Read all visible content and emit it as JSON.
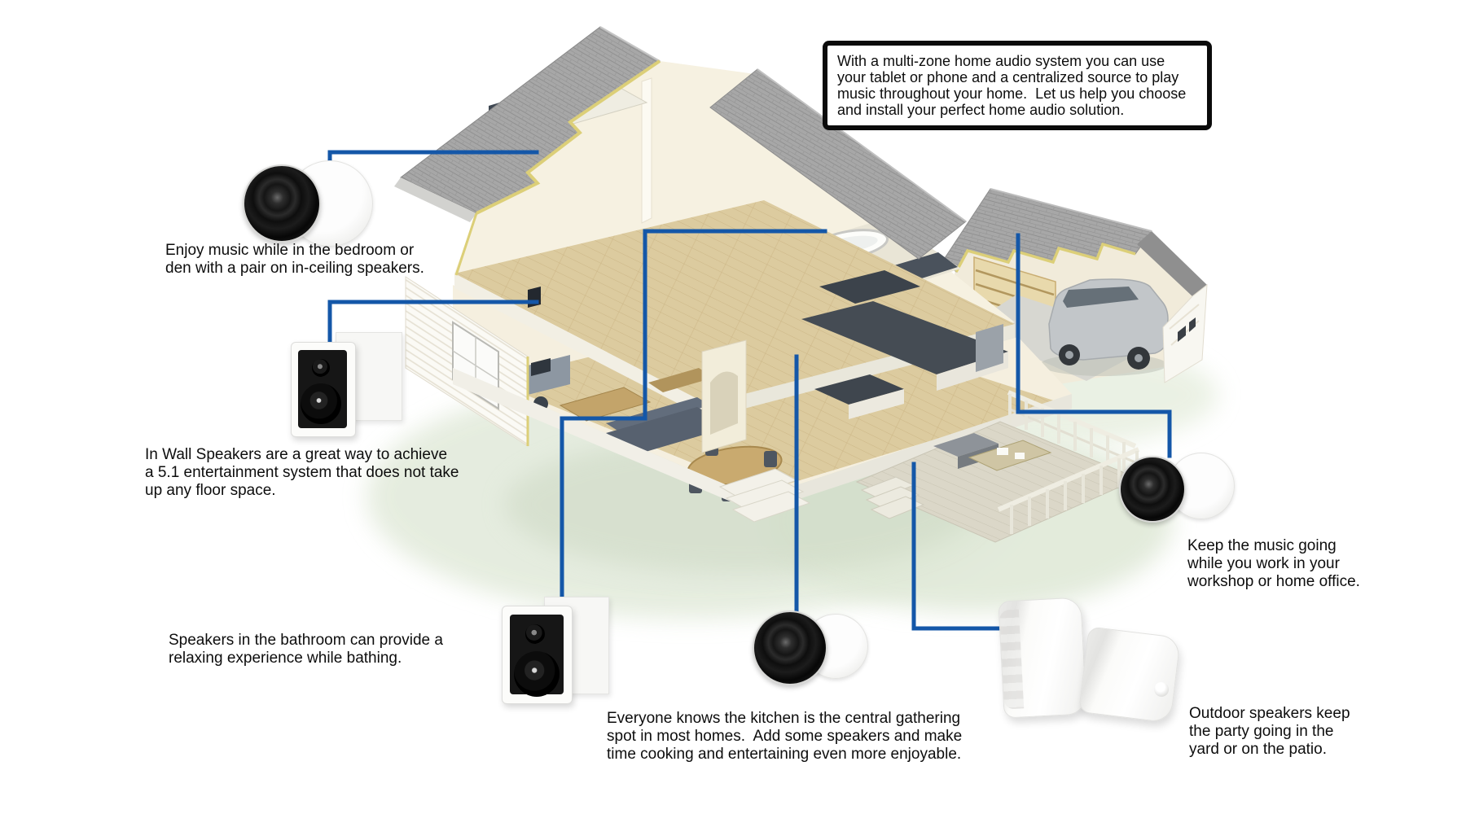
{
  "info_box": {
    "lines": [
      "With a multi-zone home audio system you can use",
      "your tablet or phone and a centralized source to play",
      "music throughout your home.  Let us help you choose",
      "and install your perfect home audio solution."
    ]
  },
  "captions": {
    "bedroom": {
      "lines": [
        "Enjoy music while in the bedroom or",
        "den with a pair on in-ceiling speakers."
      ]
    },
    "in_wall": {
      "lines": [
        "In Wall Speakers are a great way to achieve",
        "a 5.1 entertainment system that does not take",
        "up any floor space."
      ]
    },
    "bathroom": {
      "lines": [
        "Speakers in the bathroom can provide a",
        "relaxing experience while bathing."
      ]
    },
    "kitchen": {
      "lines": [
        "Everyone knows the kitchen is the central gathering",
        "spot in most homes.  Add some speakers and make",
        "time cooking and entertaining even more enjoyable."
      ]
    },
    "workshop": {
      "lines": [
        "Keep the music going",
        "while you work in your",
        "workshop or home office."
      ]
    },
    "outdoor": {
      "lines": [
        "Outdoor speakers keep",
        "the party going in the",
        "yard or on the patio."
      ]
    }
  },
  "colors": {
    "callout_line": "#1457a8",
    "caption_text": "#0d0d0d",
    "info_box_border": "#0b0b0b"
  }
}
